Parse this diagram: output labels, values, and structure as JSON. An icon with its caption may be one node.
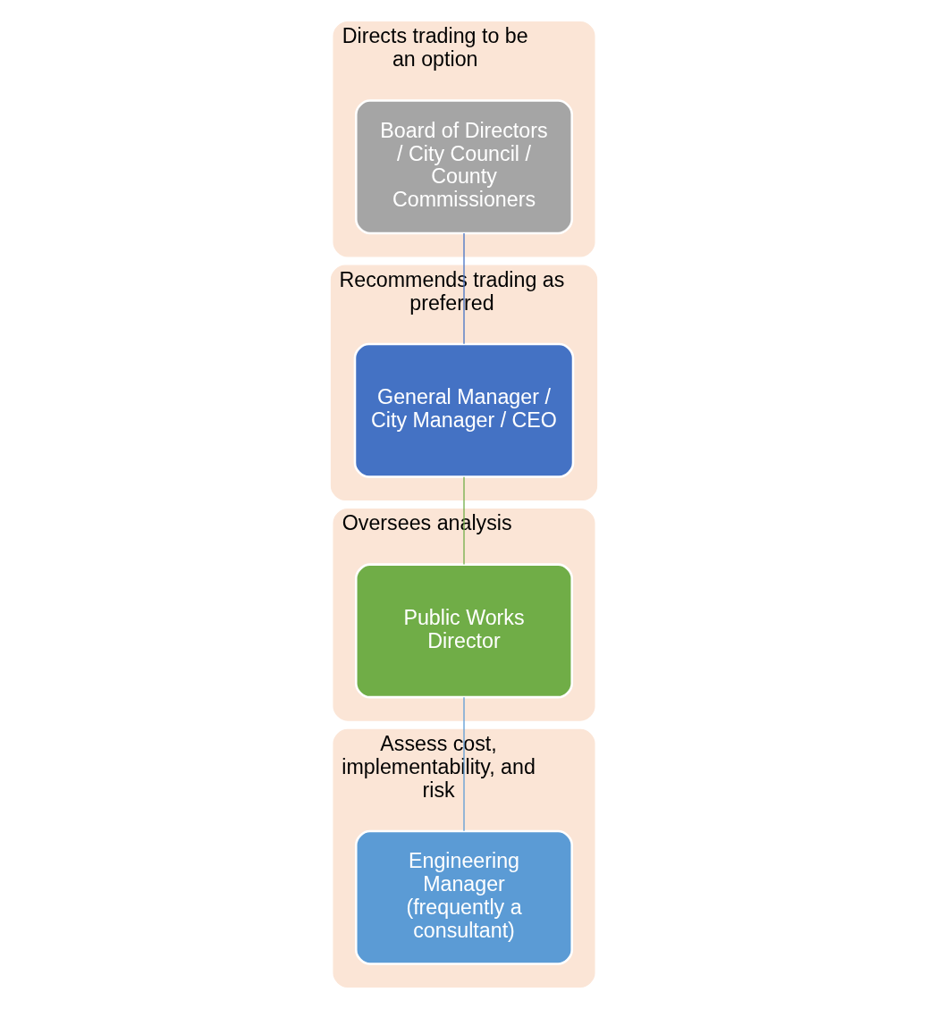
{
  "diagram": {
    "nodes": [
      {
        "text": [
          "Directs trading to be an option"
        ]
      },
      {
        "text": [
          "Board of Directors / City Council / County Commissioners"
        ],
        "in": 0
      },
      {
        "text": [
          "Recommends trading as preferred"
        ]
      },
      {
        "text": [
          "General Manager / City Manager / CEO"
        ],
        "in": 2
      },
      {
        "text": [
          "Oversees analysis"
        ]
      },
      {
        "text": [
          "Public Works Director"
        ],
        "in": 4
      },
      {
        "text": [
          "Assess cost, implementability, and risk"
        ]
      },
      {
        "text": [
          "Engineering Manager (frequently a consultant)"
        ],
        "in": 6
      }
    ],
    "edges": [
      {
        "from": 1,
        "to": 3,
        "arrow": "none",
        "color": "#4472c4"
      },
      {
        "from": 3,
        "to": 5,
        "arrow": "none",
        "color": "#70ad47"
      },
      {
        "from": 5,
        "to": 7,
        "arrow": "none",
        "color": "#5b9bd5"
      }
    ]
  }
}
